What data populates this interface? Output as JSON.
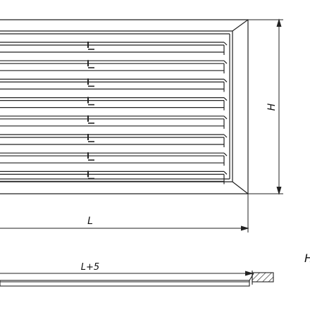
{
  "drawing": {
    "dimensions": {
      "height_label": "H",
      "length_label": "L",
      "opening_length_label": "L+5",
      "partial_label": "H"
    },
    "louvre_count": 8
  }
}
